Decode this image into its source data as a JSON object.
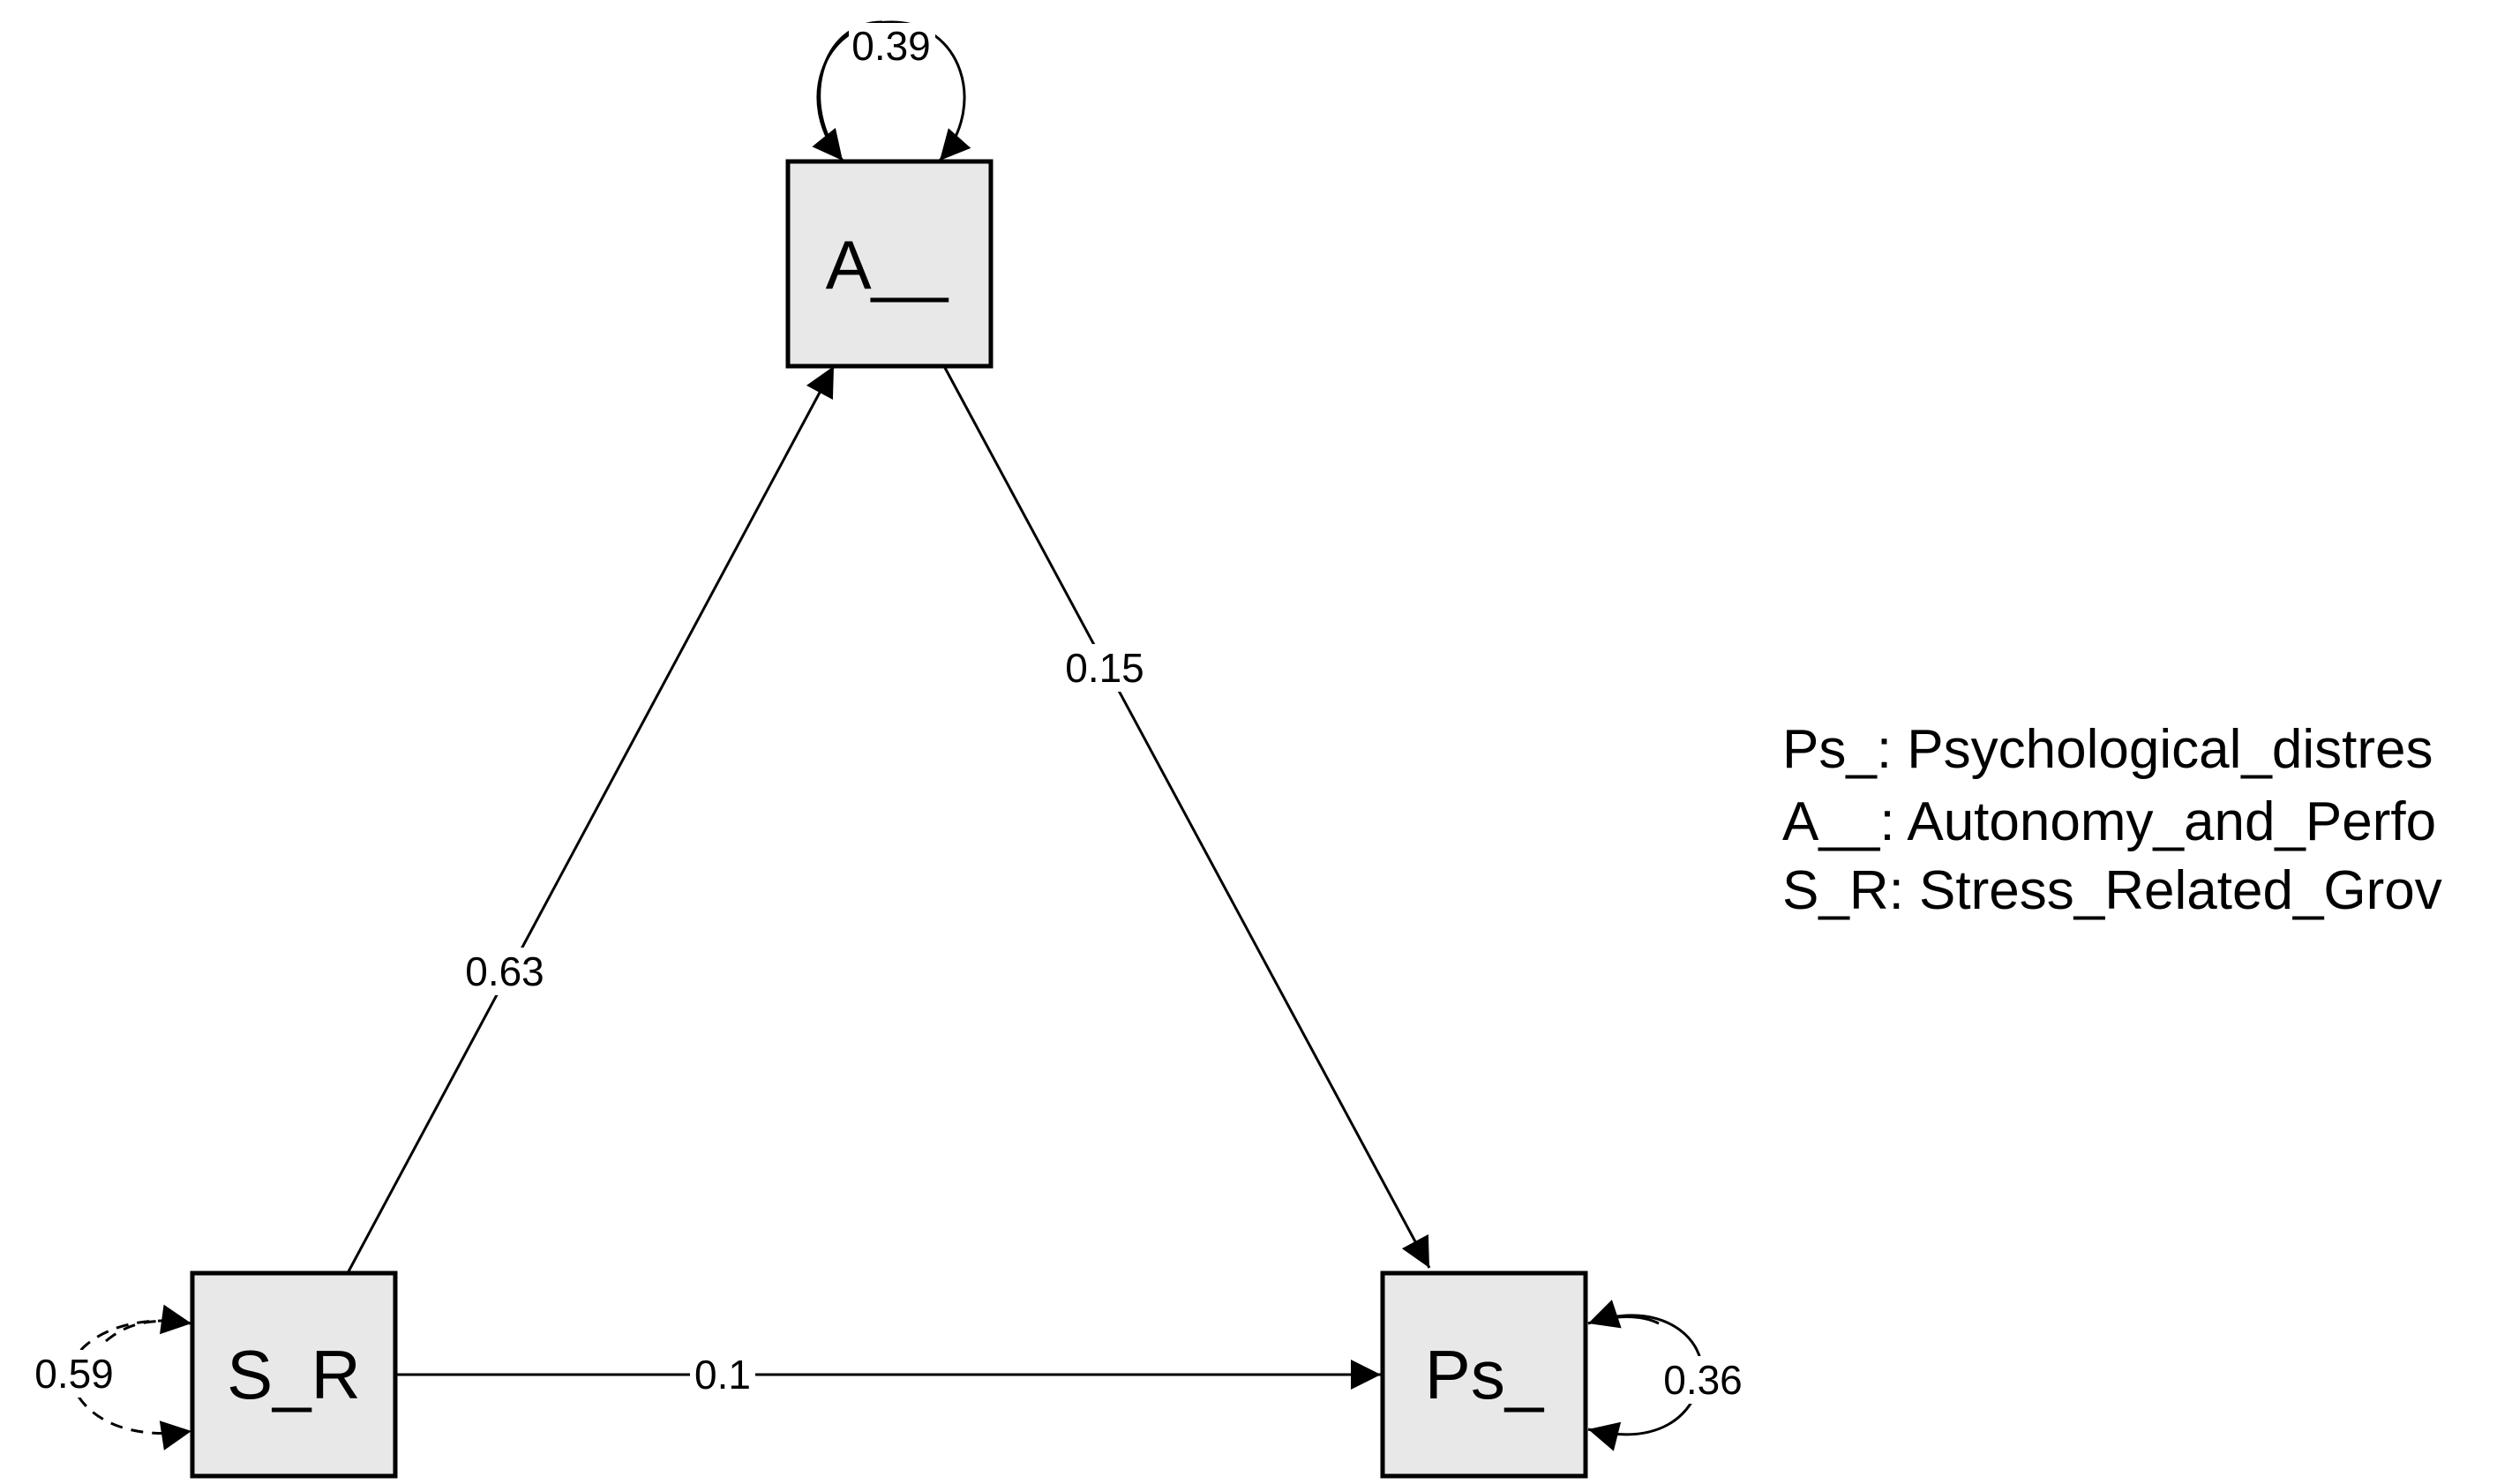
{
  "nodes": {
    "a": {
      "label": "A__"
    },
    "sr": {
      "label": "S_R"
    },
    "ps": {
      "label": "Ps_"
    }
  },
  "paths": {
    "sr_to_a": "0.63",
    "a_to_ps": "0.15",
    "sr_to_ps": "0.1"
  },
  "variances": {
    "a": "0.39",
    "sr": "0.59",
    "ps": "0.36"
  },
  "legend": [
    "Ps_: Psychological_distres",
    "A__: Autonomy_and_Perfo",
    "S_R: Stress_Related_Grov"
  ]
}
